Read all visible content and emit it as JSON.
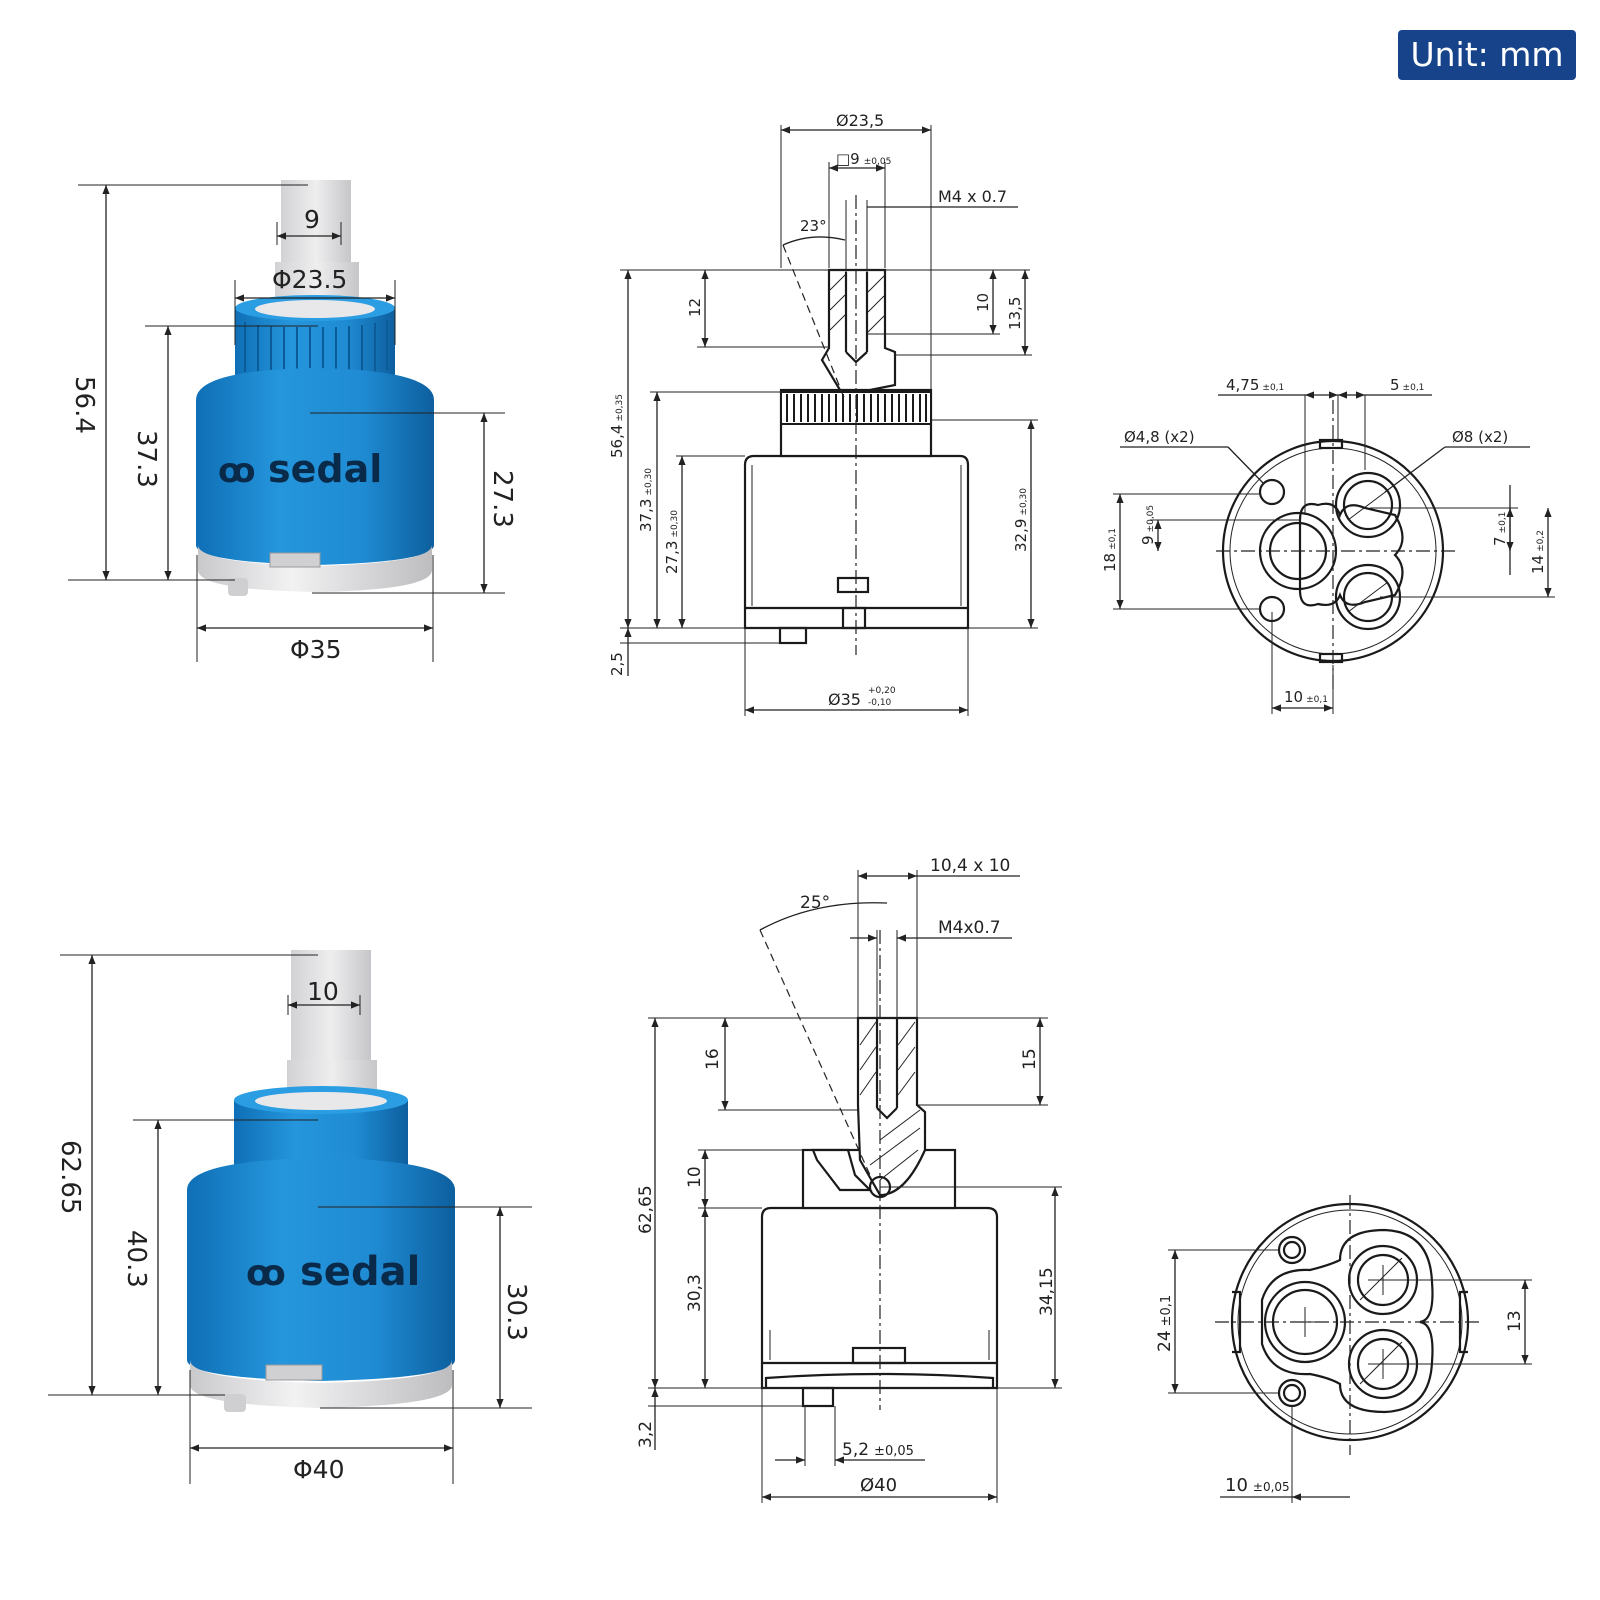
{
  "unit_badge": "Unit: mm",
  "brand_logo_text": "sedal",
  "colors": {
    "cartridge_blue": "#1f8fd6",
    "badge_navy": "#17438a",
    "stem_gray": "#e3e3e5",
    "base_gray": "#dcdcdc"
  },
  "cartridge_35": {
    "photo": {
      "stem": "9",
      "top_diameter": "Φ23.5",
      "total_height": "56.4",
      "body_height": "37.3",
      "cup_height": "27.3",
      "body_diameter": "Φ35"
    },
    "side_view": {
      "top_dia_sym": "Ø",
      "top_dia": "23,5",
      "square": "□9",
      "square_tol": "±0,05",
      "thread": "M4 x 0.7",
      "angle": "23°",
      "d12": "12",
      "d10": "10",
      "d13_5": "13,5",
      "total": "56,4",
      "total_tol": "±0,35",
      "body": "37,3",
      "body_tol": "±0,30",
      "cup": "27,3",
      "cup_tol": "±0,30",
      "right": "32,9",
      "right_tol": "±0,30",
      "pin": "2,5",
      "dia_sym": "Ø",
      "dia": "35",
      "dia_tol_up": "+0,20",
      "dia_tol_down": "-0,10"
    },
    "bottom_view": {
      "d475": "4,75",
      "d475_tol": "±0,1",
      "d5": "5",
      "d5_tol": "±0,1",
      "hole_small": "Ø4,8 (x2)",
      "hole_big": "Ø8 (x2)",
      "d18": "18",
      "d18_tol": "±0,1",
      "d9": "9",
      "d9_tol": "±0,05",
      "d7": "7",
      "d7_tol": "±0,1",
      "d14": "14",
      "d14_tol": "±0,2",
      "d10": "10",
      "d10_tol": "±0,1"
    }
  },
  "cartridge_40": {
    "photo": {
      "stem": "10",
      "total_height": "62.65",
      "body_height": "40.3",
      "cup_height": "30.3",
      "body_diameter": "Φ40"
    },
    "side_view": {
      "stem_size": "10,4 x 10",
      "angle": "25°",
      "thread": "M4x0.7",
      "d16": "16",
      "d15": "15",
      "d10": "10",
      "total": "62,65",
      "body": "30,3",
      "right": "34,15",
      "pin": "3,2",
      "pin_w": "5,2",
      "pin_w_tol": "±0,05",
      "dia_sym": "Ø",
      "dia": "40"
    },
    "bottom_view": {
      "d24": "24",
      "d24_tol": "±0,1",
      "d13": "13",
      "d10": "10",
      "d10_tol": "±0,05"
    }
  }
}
